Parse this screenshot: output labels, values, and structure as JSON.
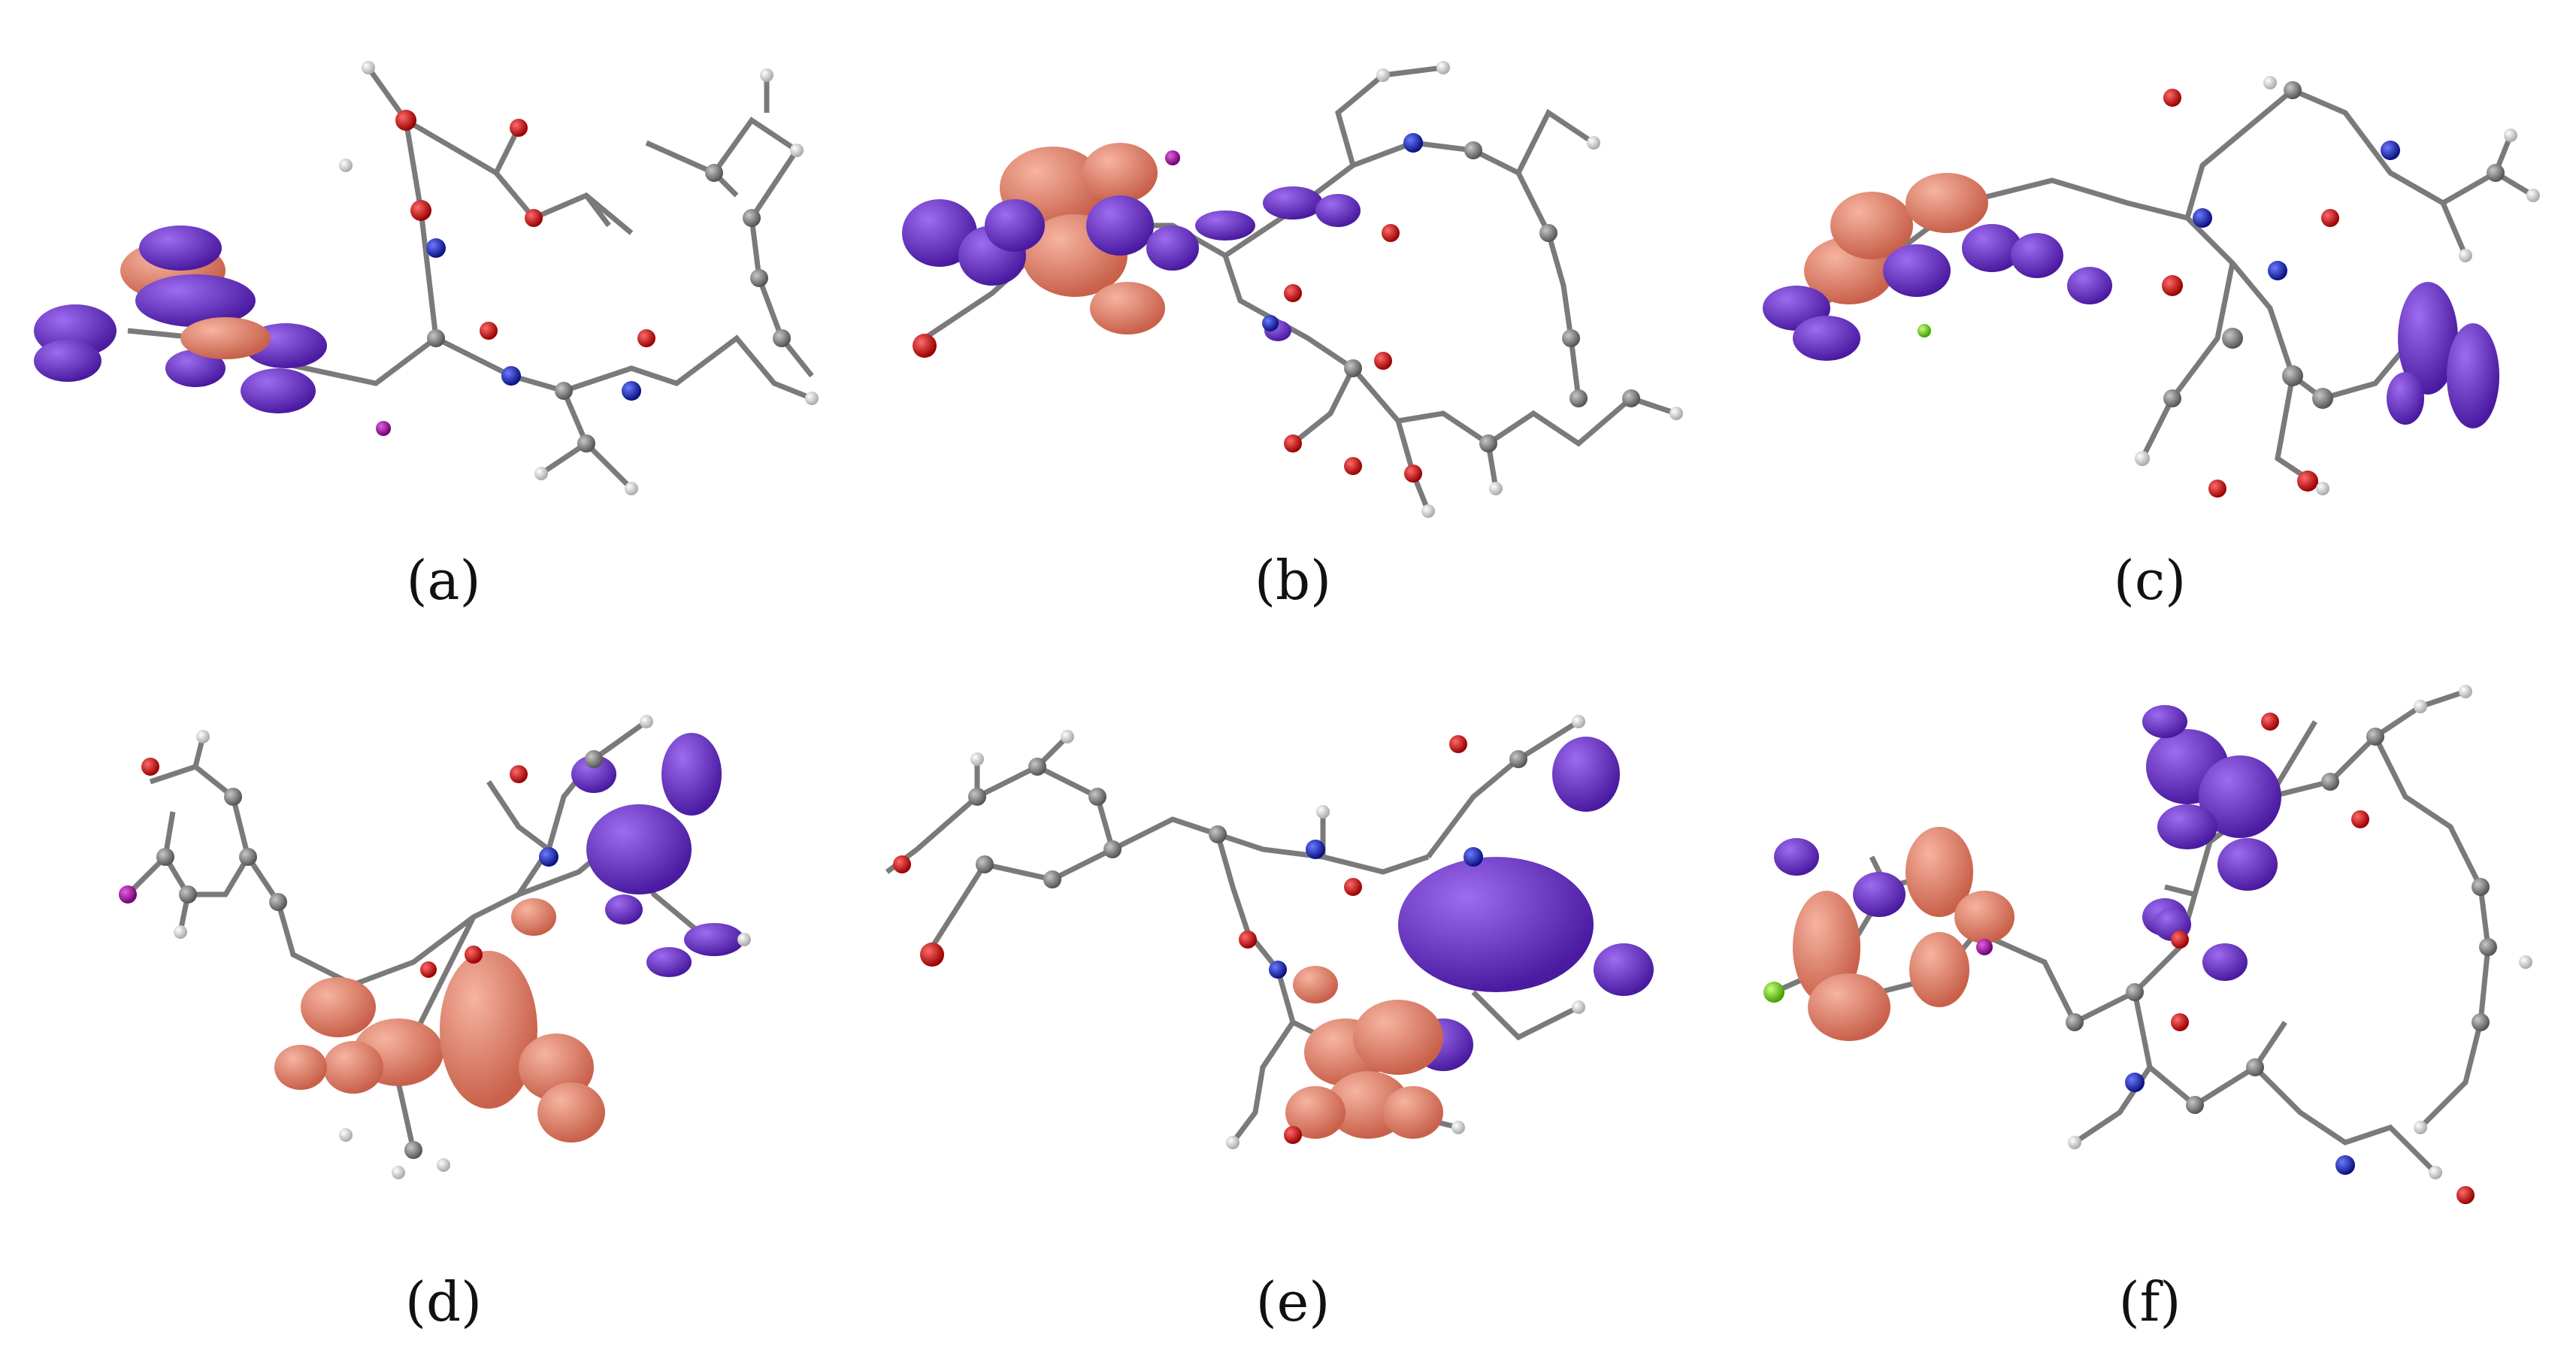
{
  "panels": [
    {
      "id": "a",
      "caption": "(a)"
    },
    {
      "id": "b",
      "caption": "(b)"
    },
    {
      "id": "c",
      "caption": "(c)"
    },
    {
      "id": "d",
      "caption": "(d)"
    },
    {
      "id": "e",
      "caption": "(e)"
    },
    {
      "id": "f",
      "caption": "(f)"
    }
  ],
  "colors": {
    "bond": "#7a7a7a",
    "carbon": "#6e6e6e",
    "hydrogen": "#e2e2e2",
    "oxygen": "#d01010",
    "nitrogen": "#1020c0",
    "iodine": "#a000a0",
    "chlorine": "#6ae010",
    "orbital_negative": "#6a2fc0",
    "orbital_positive": "#e58a72"
  }
}
